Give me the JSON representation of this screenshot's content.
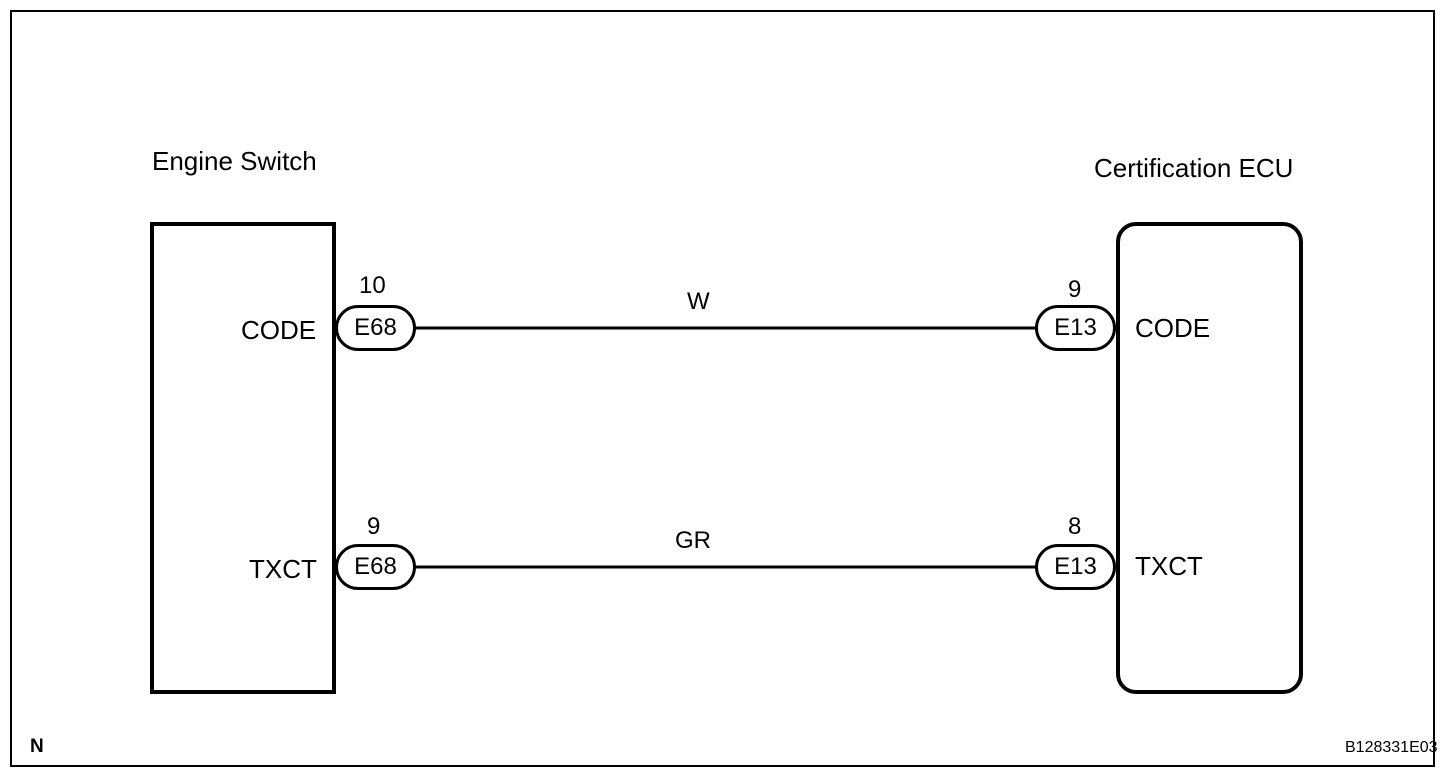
{
  "components": {
    "left": {
      "title": "Engine Switch"
    },
    "right": {
      "title": "Certification ECU"
    }
  },
  "circuits": [
    {
      "signal_left": "CODE",
      "signal_right": "CODE",
      "wire_color": "W",
      "left_connector": {
        "id": "E68",
        "pin": "10"
      },
      "right_connector": {
        "id": "E13",
        "pin": "9"
      }
    },
    {
      "signal_left": "TXCT",
      "signal_right": "TXCT",
      "wire_color": "GR",
      "left_connector": {
        "id": "E68",
        "pin": "9"
      },
      "right_connector": {
        "id": "E13",
        "pin": "8"
      }
    }
  ],
  "footer": {
    "left_mark": "N",
    "figure_id": "B128331E03"
  }
}
